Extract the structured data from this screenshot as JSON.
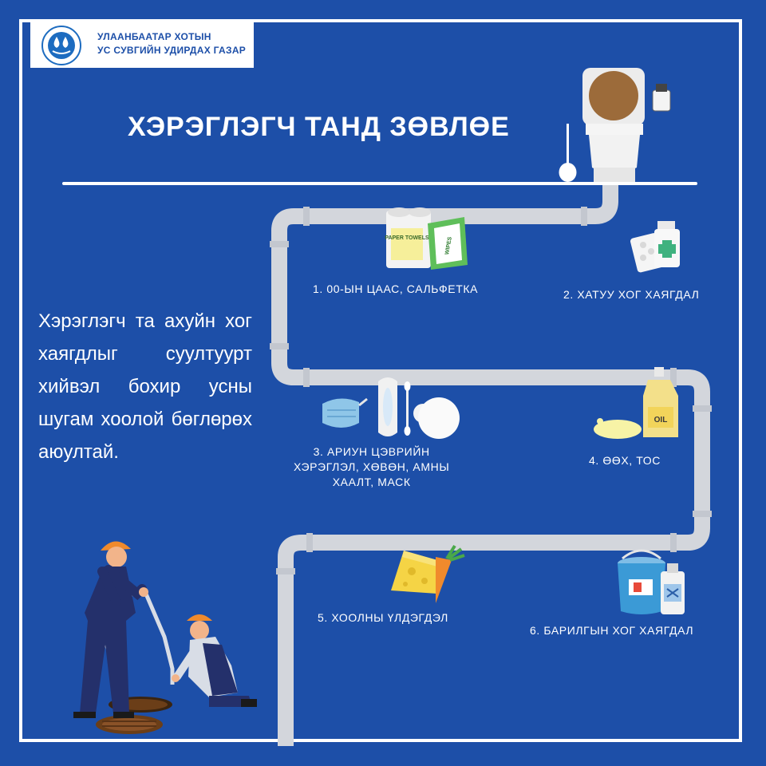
{
  "organization": {
    "name_line1": "УЛААНБААТАР ХОТЫН",
    "name_line2": "УС СУВГИЙН УДИРДАХ ГАЗАР"
  },
  "title": "ХЭРЭГЛЭГЧ ТАНД ЗӨВЛӨЕ",
  "advice_text": "Хэрэглэгч та ахуйн хог хаягдлыг суултуурт хийвэл бохир усны шугам хоолой бөглөрөх аюултай.",
  "items": [
    {
      "label": "1. 00-ЫН ЦААС, САЛЬФЕТКА",
      "icon": "paper-towels-wipes-icon"
    },
    {
      "label": "2. ХАТУУ ХОГ ХАЯГДАЛ",
      "icon": "pills-bottle-icon"
    },
    {
      "label": "3. АРИУН ЦЭВРИЙН ХЭРЭГЛЭЛ, ХӨВӨН, АМНЫ ХААЛТ, МАСК",
      "line1": "3. АРИУН ЦЭВРИЙН",
      "line2": "ХЭРЭГЛЭЛ, ХӨВӨН, АМНЫ",
      "line3": "ХААЛТ, МАСК",
      "icon": "hygiene-products-icon"
    },
    {
      "label": "4. ӨӨХ, ТОС",
      "icon": "oil-bottle-icon"
    },
    {
      "label": "5. ХООЛНЫ ҮЛДЭГДЭЛ",
      "icon": "food-scraps-icon"
    },
    {
      "label": "6. БАРИЛГЫН ХОГ ХАЯГДАЛ",
      "icon": "paint-bucket-icon"
    }
  ],
  "icon_text": {
    "paper_towels": "PAPER TOWELS",
    "wipes": "WIPES",
    "oil": "OIL"
  },
  "colors": {
    "background": "#1d4fa8",
    "pipe": "#d3d6dc",
    "text": "#ffffff",
    "worker_uniform": "#24306b",
    "helmet": "#f08a2c"
  }
}
